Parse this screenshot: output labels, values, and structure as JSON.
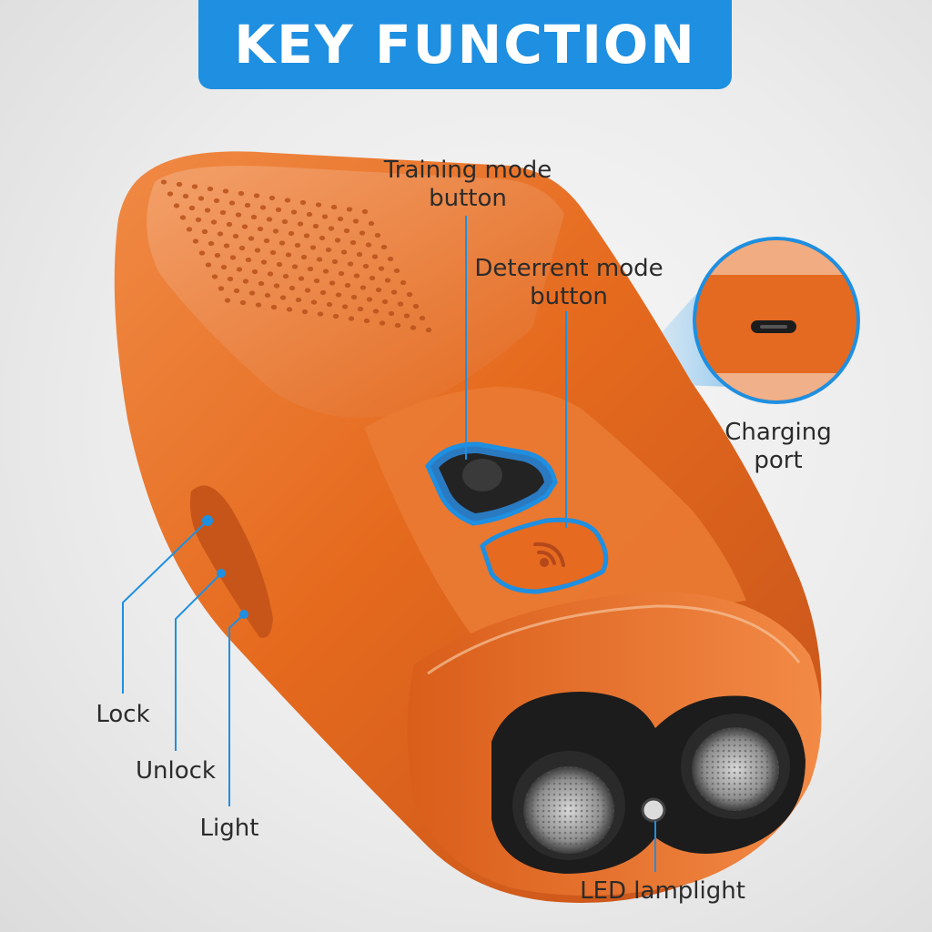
{
  "title": "KEY FUNCTION",
  "colors": {
    "accent": "#1e8fe1",
    "device_orange": "#e86a1f",
    "device_dark": "#1c1c1c"
  },
  "callouts": {
    "training_mode": [
      "Training mode",
      "button"
    ],
    "deterrent_mode": [
      "Deterrent mode",
      "button"
    ],
    "charging_port": [
      "Charging",
      "port"
    ],
    "lock": "Lock",
    "unlock": "Unlock",
    "light": "Light",
    "led_lamplight": "LED lamplight"
  },
  "icons": [
    "deterrent-sound-wave-icon",
    "usb-c-port-icon"
  ]
}
